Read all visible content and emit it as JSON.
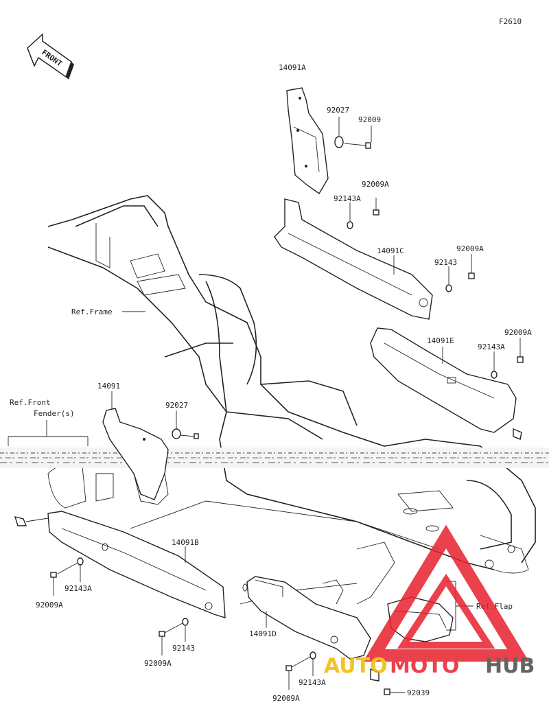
{
  "figure_code": "F2610",
  "front_indicator": "FRONT",
  "labels": {
    "p14091A": "14091A",
    "p92027_top": "92027",
    "p92009_top": "92009",
    "p92009A_1": "92009A",
    "p92143A_1": "92143A",
    "p14091C": "14091C",
    "p92009A_2": "92009A",
    "p92143_1": "92143",
    "p92009A_3": "92009A",
    "p14091E": "14091E",
    "p92143A_2": "92143A",
    "ref_frame": "Ref.Frame",
    "p14091": "14091",
    "p92027_mid": "92027",
    "ref_front_fender_1": "Ref.Front",
    "ref_front_fender_2": "Fender(s)",
    "p14091B": "14091B",
    "p92143A_3": "92143A",
    "p92009A_4": "92009A",
    "p92143_2": "92143",
    "p92009A_5": "92009A",
    "p14091D": "14091D",
    "ref_flap": "Ref.Flap",
    "p92143A_4": "92143A",
    "p92009A_6": "92009A",
    "p92039": "92039"
  },
  "watermark": {
    "text_a": "AUTO",
    "text_b": "MOTO",
    "text_c": "HUB",
    "accent_color": "#e8212d",
    "gold_color": "#f2b800",
    "dark_color": "#4a4a4a"
  }
}
